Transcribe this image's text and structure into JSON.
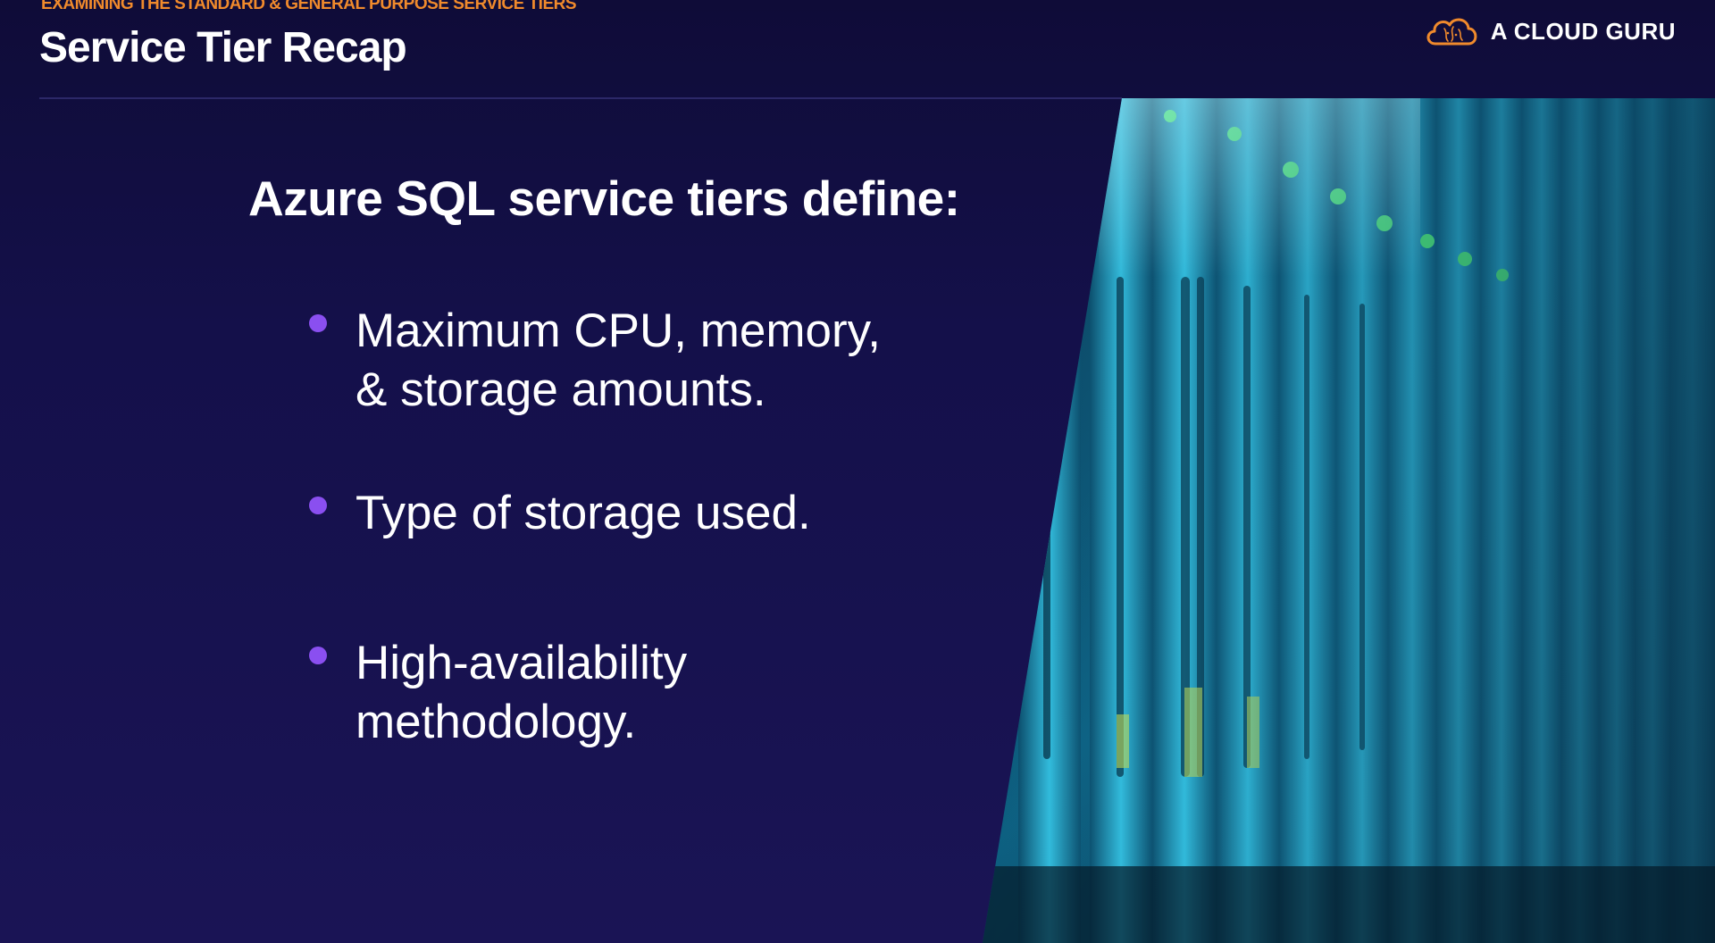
{
  "header": {
    "eyebrow": "EXAMINING THE STANDARD & GENERAL PURPOSE SERVICE TIERS",
    "title": "Service Tier Recap",
    "logo_text": "A CLOUD GURU",
    "logo_icon": "cloud-brain-icon"
  },
  "content": {
    "heading": "Azure SQL service tiers define:",
    "bullets": [
      {
        "lines": [
          "Maximum CPU, memory,",
          "& storage amounts."
        ]
      },
      {
        "lines": [
          "Type of storage used."
        ]
      },
      {
        "lines": [
          "High-availability",
          "methodology."
        ]
      }
    ]
  },
  "image": {
    "subject": "server-rack-photo"
  },
  "colors": {
    "background": "#14104a",
    "accent_orange": "#f08a2c",
    "bullet_purple": "#8a4ff0",
    "text": "#ffffff"
  }
}
